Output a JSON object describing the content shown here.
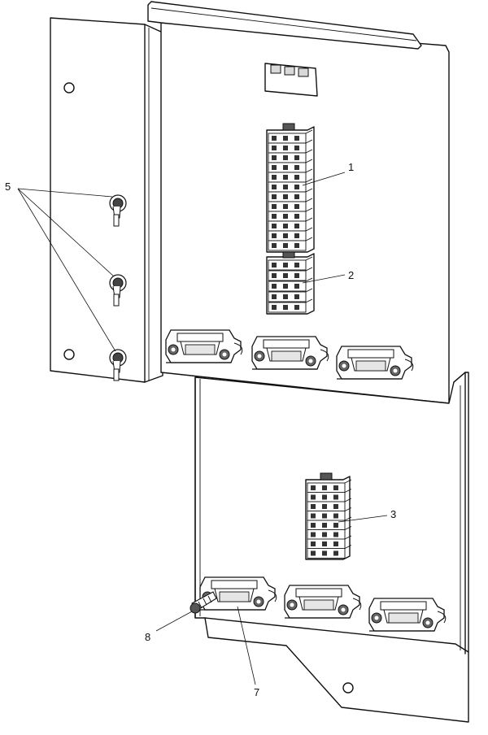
{
  "callouts": [
    {
      "id": "1",
      "label": "1"
    },
    {
      "id": "2",
      "label": "2"
    },
    {
      "id": "3",
      "label": "3"
    },
    {
      "id": "5",
      "label": "5"
    },
    {
      "id": "7",
      "label": "7"
    },
    {
      "id": "8",
      "label": "8"
    }
  ]
}
